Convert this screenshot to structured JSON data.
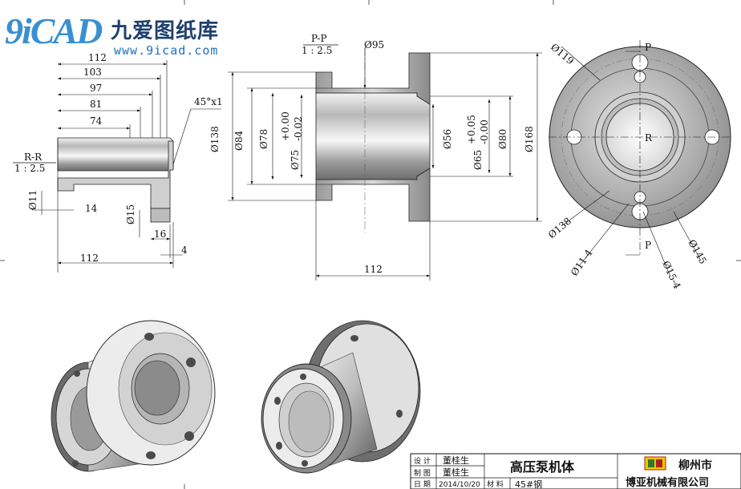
{
  "watermark": {
    "logo": "9iCAD",
    "name": "九爱图纸库",
    "url": "www.9icad.com"
  },
  "view_rr": {
    "label": "R-R",
    "scale": "1 : 2.5",
    "dims": {
      "d112_top": "112",
      "d103": "103",
      "d97": "97",
      "d81": "81",
      "d74": "74",
      "chamfer": "45°x1",
      "d11": "Ø11",
      "d14": "14",
      "d15": "Ø15",
      "d16": "16",
      "d4": "4",
      "d112_bottom": "112"
    }
  },
  "view_pp": {
    "label": "P-P",
    "scale": "1 : 2.5",
    "dims": {
      "d95": "Ø95",
      "d138": "Ø138",
      "d84": "Ø84",
      "d78": "Ø78",
      "d75": "Ø75",
      "tol75_up": "+0.00",
      "tol75_lo": "-0.02",
      "d56": "Ø56",
      "d65": "Ø65",
      "tol65_up": "+0.05",
      "tol65_lo": "-0.00",
      "d80": "Ø80",
      "d168": "Ø168",
      "d112": "112"
    }
  },
  "view_end": {
    "section_p": "P",
    "section_r": "R",
    "dims": {
      "d119": "Ø119",
      "d138": "Ø138",
      "holes11": "Ø11-4",
      "holes15": "Ø15-4",
      "d145": "Ø145"
    }
  },
  "title_block": {
    "design_label": "设 计",
    "designer": "董桂生",
    "draw_label": "制 图",
    "drafter": "董桂生",
    "date_label": "日 期",
    "date": "2014/10/20",
    "material_label": "材 料",
    "material": "45#钢",
    "part_name": "高压泵机体",
    "company_city": "柳州市",
    "company": "博亚机械有限公司"
  },
  "colors": {
    "ink": "#111111",
    "metal_light": "#e8e8e8",
    "metal_dark": "#5a5a5a",
    "watermark": "#3a8fd0"
  }
}
